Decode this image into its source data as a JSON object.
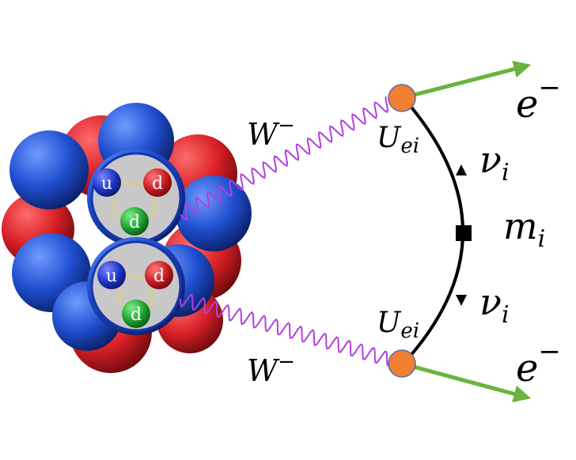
{
  "labels": {
    "boson_top": "W",
    "boson_bottom": "W",
    "boson_charge": "−",
    "mixing_top_base": "U",
    "mixing_top_sub": "ei",
    "mixing_bottom_base": "U",
    "mixing_bottom_sub": "ei",
    "neutrino_top_base": "ν",
    "neutrino_top_sub": "i",
    "neutrino_bottom_base": "ν",
    "neutrino_bottom_sub": "i",
    "mass_base": "m",
    "mass_sub": "i",
    "electron_top_base": "e",
    "electron_bottom_base": "e",
    "electron_charge": "−"
  },
  "quarks": {
    "upper": {
      "u": "u",
      "d1": "d",
      "d2": "d"
    },
    "lower": {
      "u": "u",
      "d1": "d",
      "d2": "d"
    }
  },
  "colors": {
    "proton_red": "#d81f26",
    "neutron_blue": "#1f4fd0",
    "nucleon_window": "#c8c8c8",
    "quark_blue": "#1a2fbf",
    "quark_red": "#c4161c",
    "quark_green": "#1a9a2a",
    "w_boson": "#b040e0",
    "vertex": "#f07f32",
    "electron_arrow": "#6cb23f",
    "fermion_line": "#000000"
  }
}
